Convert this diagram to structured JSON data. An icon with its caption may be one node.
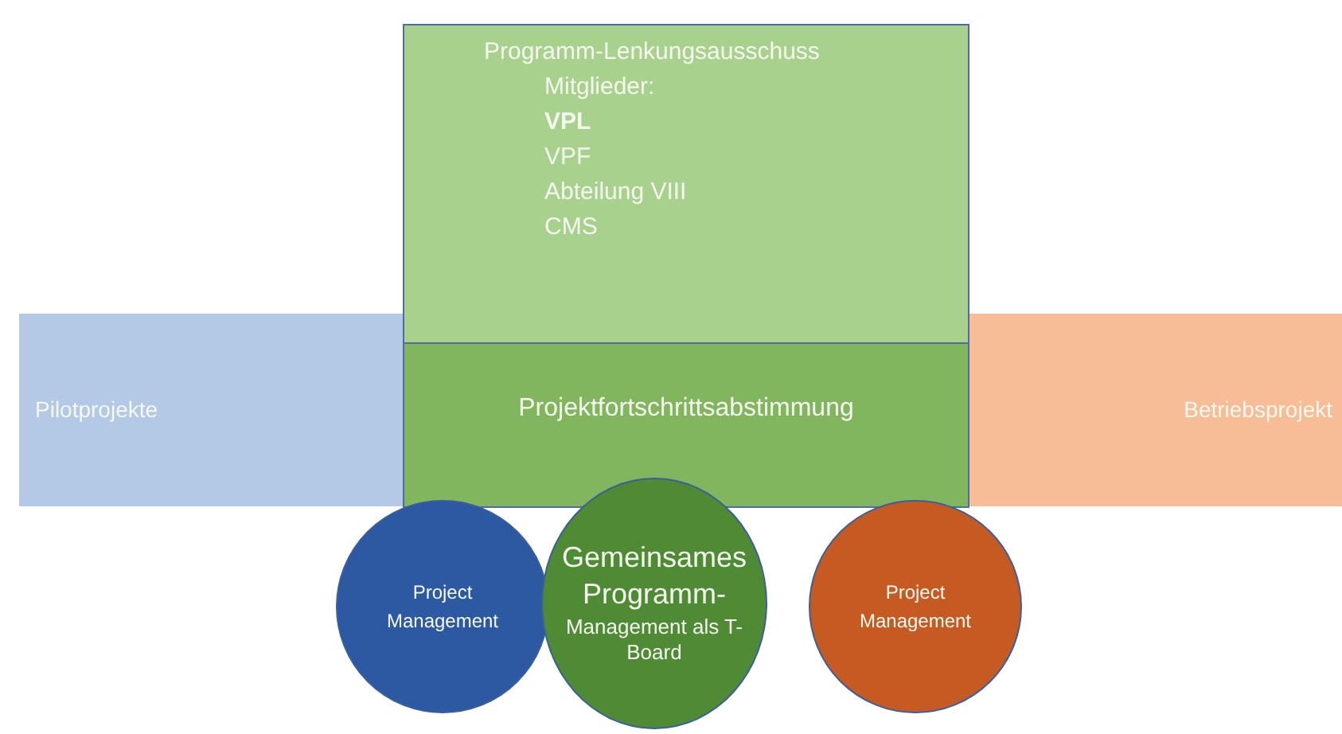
{
  "diagram": {
    "nodes": [
      {
        "text": [
          "Programm-Lenkungsausschuss",
          "Mitglieder:",
          "VPL",
          "VPF",
          "Abteilung VIII",
          "CMS"
        ]
      },
      {
        "text": [
          "Pilotprojekte"
        ]
      },
      {
        "text": [
          "Projektfortschrittsabstimmung"
        ]
      },
      {
        "text": [
          "Betriebsprojekt"
        ]
      },
      {
        "text": [
          "Project Management"
        ]
      },
      {
        "text": [
          "Gemeinsames Programm-",
          "Management als T-Board"
        ]
      },
      {
        "text": [
          "Project Management"
        ]
      }
    ],
    "edges": []
  }
}
